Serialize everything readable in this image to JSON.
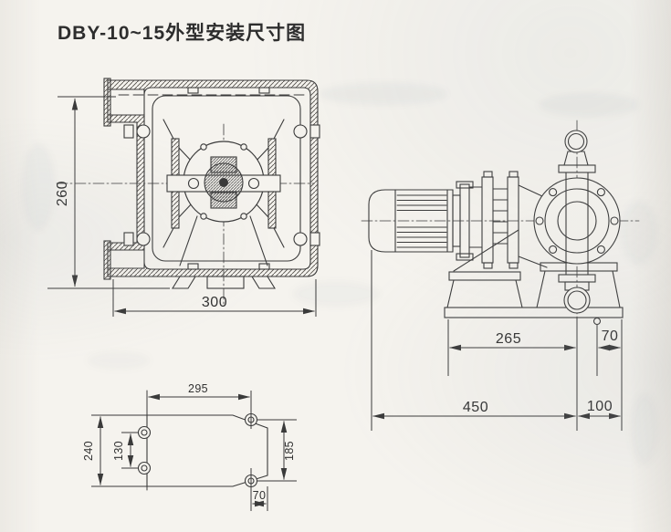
{
  "title": "DBY-10~15外型安装尺寸图",
  "front": {
    "height": "260",
    "width": "300"
  },
  "side": {
    "mount_span": "265",
    "anchor_offset": "70",
    "total_length": "450",
    "right_ext": "100"
  },
  "base": {
    "top_width": "295",
    "depth": "240",
    "bolt_span_left": "130",
    "bolt_span_right": "185",
    "corner_offset": "70"
  },
  "colors": {
    "line": "#3a3a3a",
    "paper": "#f5f3ee"
  }
}
